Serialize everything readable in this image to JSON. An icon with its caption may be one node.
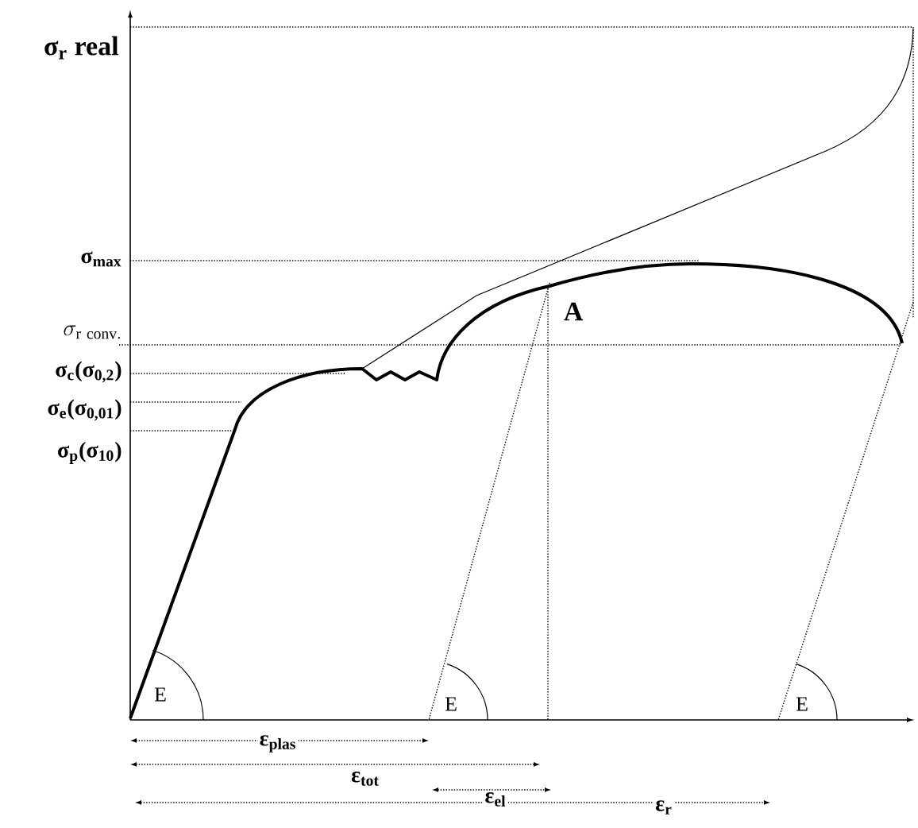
{
  "diagram": {
    "labels": [
      "σ$_{r}$ real",
      "σ$_{max}$",
      "\\sigma_{\\mathrm{r\\ conv.}}",
      "σ$_{c}$(σ$_{0,2}$)",
      "A",
      "σ$_{e}$(σ$_{0,01}$)",
      "σ$_{p}$(σ$_{10}$)",
      "E",
      "E",
      "E",
      "ε$_{plas}$",
      "ε$_{tot}$",
      "ε$_{el}$",
      "ε$_{r}$"
    ]
  }
}
